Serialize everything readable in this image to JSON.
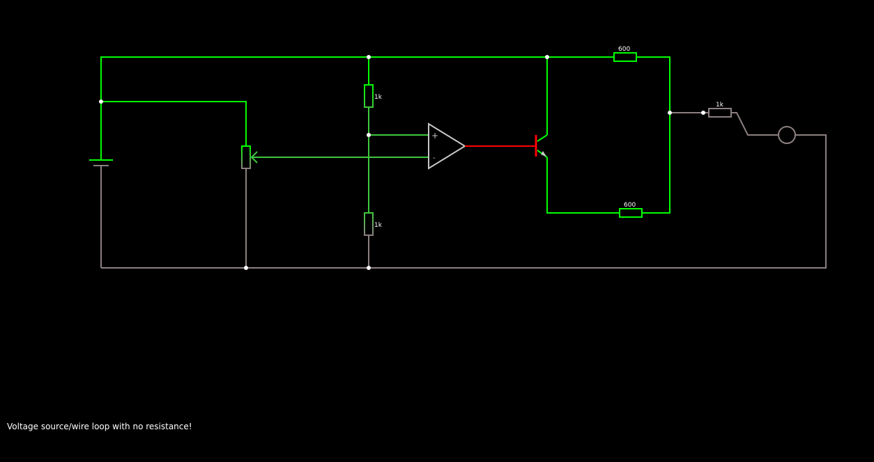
{
  "colors": {
    "background": "#000000",
    "wire_high": "#00ff00",
    "wire_mid": "#3ec83e",
    "wire_low": "#8c8080",
    "wire_base": "#ff0000",
    "opamp": "#c8c8c8",
    "node": "#ffffff",
    "label": "#ffffff"
  },
  "components": {
    "r_top_divider": {
      "label": "1k"
    },
    "r_bottom_divider": {
      "label": "1k"
    },
    "r_collector": {
      "label": "600"
    },
    "r_emitter": {
      "label": "600"
    },
    "r_load": {
      "label": "1k"
    },
    "opamp": {
      "plus": "+",
      "minus": "-"
    }
  },
  "status": {
    "message": "Voltage source/wire loop with no resistance!"
  }
}
